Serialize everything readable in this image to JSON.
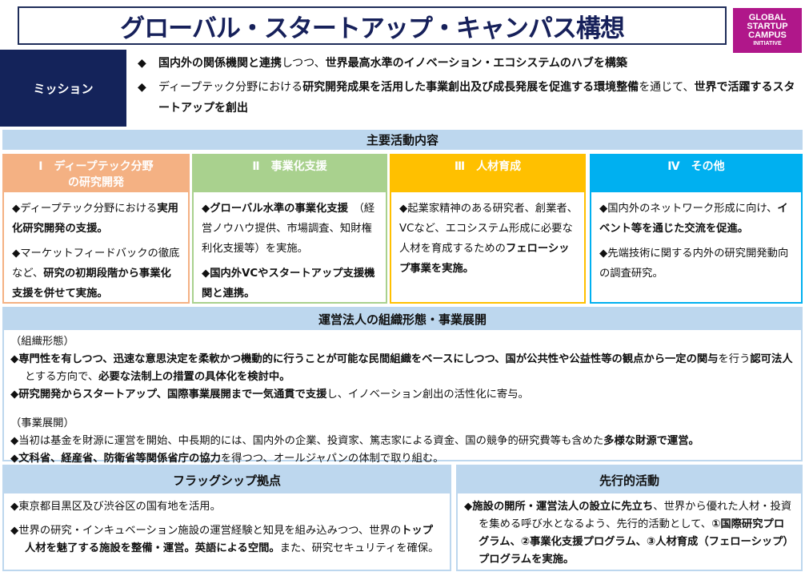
{
  "title": "グローバル・スタートアップ・キャンパス構想",
  "logo": {
    "lines": [
      "GLOBAL",
      "STARTUP",
      "CAMPUS"
    ],
    "small": "INITIATIVE",
    "color": "#b0178a"
  },
  "mission": {
    "label": "ミッション",
    "bullet": "◆",
    "items": [
      [
        {
          "t": "国内外の関係機関と連携",
          "b": true
        },
        {
          "t": "しつつ、"
        },
        {
          "t": "世界最高水準のイノベーション・エコシステムのハブを構築",
          "b": true
        }
      ],
      [
        {
          "t": "ディープテック分野における"
        },
        {
          "t": "研究開発成果を活用した事業創出及び成長発展を促進する環境整備",
          "b": true
        },
        {
          "t": "を通じて、"
        },
        {
          "t": "世界で活躍するスタートアップを創出",
          "b": true
        }
      ]
    ]
  },
  "activities": {
    "heading": "主要活動内容",
    "columns": [
      {
        "title": "Ⅰ　ディープテック分野\nの研究開発",
        "color": "#f4b183",
        "paras": [
          [
            {
              "t": "◆ディープテック分野における"
            },
            {
              "t": "実用化研究開発の支援。",
              "b": true
            }
          ],
          [
            {
              "t": "◆マーケットフィードバックの徹底など、"
            },
            {
              "t": "研究の初期段階から事業化支援を併せて実施。",
              "b": true
            }
          ]
        ]
      },
      {
        "title": "Ⅱ　事業化支援",
        "color": "#a9d18e",
        "paras": [
          [
            {
              "t": "◆グローバル水準の事業化支援",
              "b": true
            },
            {
              "t": "　（経営ノウハウ提供、市場調査、知財権利化支援等）を実施。"
            }
          ],
          [
            {
              "t": "◆国内外VCやスタートアップ支援機関と連携。",
              "b": true
            }
          ]
        ]
      },
      {
        "title": "Ⅲ　人材育成",
        "color": "#ffc000",
        "paras": [
          [
            {
              "t": "◆起業家精神のある研究者、創業者、VCなど、エコシステム形成に必要な人材を育成するための"
            },
            {
              "t": "フェローシップ事業を実施。",
              "b": true
            }
          ]
        ]
      },
      {
        "title": "Ⅳ　その他",
        "color": "#00b0f0",
        "paras": [
          [
            {
              "t": "◆国内外のネットワーク形成に向け、"
            },
            {
              "t": "イベント等を通じた交流を促進。",
              "b": true
            }
          ],
          [
            {
              "t": "◆先端技術に関する内外の研究開発動向の調査研究。"
            }
          ]
        ]
      }
    ]
  },
  "organization": {
    "heading": "運営法人の組織形態・事業展開",
    "sub1": "（組織形態）",
    "items1": [
      [
        {
          "t": "◆専門性を有しつつ、迅速な意思決定を柔軟かつ機動的に行うことが可能な民間組織をベースにしつつ、国が公共性や公益性等の観点から一定の関与",
          "b": true
        },
        {
          "t": "を行う"
        },
        {
          "t": "認可法人",
          "b": true
        },
        {
          "t": "とする方向で、"
        },
        {
          "t": "必要な法制上の措置の具体化を検討中。",
          "b": true
        }
      ],
      [
        {
          "t": "◆研究開発からスタートアップ、国際事業展開まで一気通貫で支援",
          "b": true
        },
        {
          "t": "し、イノベーション創出の活性化に寄与。"
        }
      ]
    ],
    "sub2": "（事業展開）",
    "items2": [
      [
        {
          "t": "◆当初は基金を財源に運営を開始、中長期的には、国内外の企業、投資家、篤志家による資金、国の競争的研究費等も含めた"
        },
        {
          "t": "多様な財源で運営。",
          "b": true
        }
      ],
      [
        {
          "t": "◆文科省、経産省、防衛省等関係省庁の協力",
          "b": true
        },
        {
          "t": "を得つつ、オールジャパンの体制で取り組む。"
        }
      ]
    ]
  },
  "flagship": {
    "heading": "フラッグシップ拠点",
    "items": [
      [
        {
          "t": "◆東京都目黒区及び渋谷区の国有地を活用。"
        }
      ],
      [
        {
          "t": "◆世界の研究・インキュベーション施設の運営経験と知見を組み込みつつ、世界の"
        },
        {
          "t": "トップ人材を魅了する施設を整備・運営。英語による空間。",
          "b": true
        },
        {
          "t": "また、研究セキュリティを確保。"
        }
      ]
    ]
  },
  "preceding": {
    "heading": "先行的活動",
    "items": [
      [
        {
          "t": "◆施設の開所・運営法人の設立に先立ち",
          "b": true
        },
        {
          "t": "、世界から優れた人材・投資を集める呼び水となるよう、先行的活動として、"
        },
        {
          "t": "①国際研究プログラム、②事業化支援プログラム、③人材育成（フェローシップ）プログラムを実施。",
          "b": true
        }
      ]
    ]
  }
}
